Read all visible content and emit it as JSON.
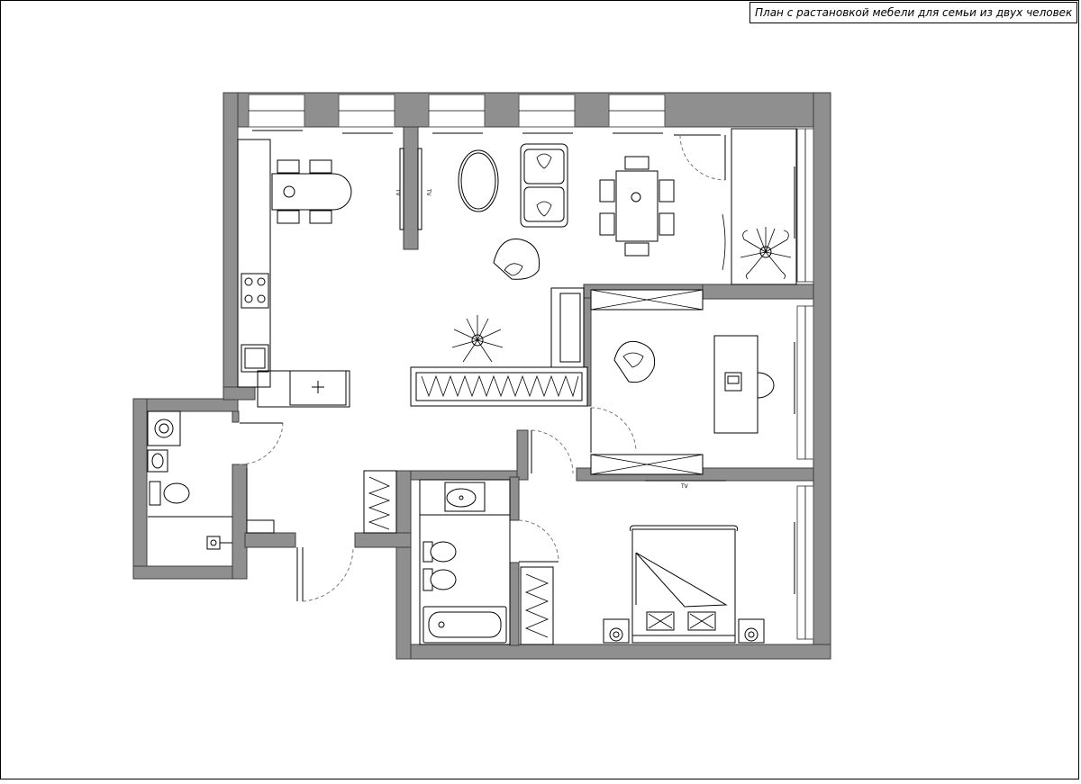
{
  "title": "План с растановкой мебели для семьи из двух человек",
  "labels": {
    "tv_living_a": "TV",
    "tv_living_b": "TV",
    "tv_bedroom": "TV"
  },
  "colors": {
    "wall": "#8f8f8f",
    "line": "#000000",
    "door_arc": "#777777",
    "background": "#ffffff"
  },
  "icons": [
    "plant-icon",
    "armchair-icon",
    "sofa-icon",
    "bed-icon",
    "toilet-icon",
    "bathtub-icon",
    "sink-icon",
    "stove-icon",
    "washing-machine-icon",
    "laptop-icon",
    "lamp-icon",
    "radiator-icon"
  ]
}
